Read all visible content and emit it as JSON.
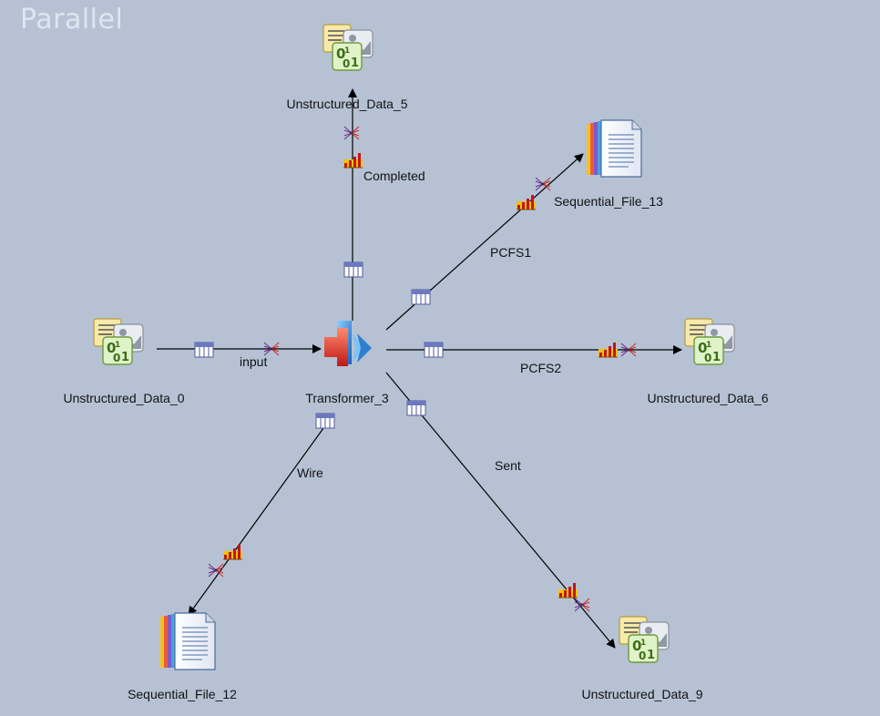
{
  "canvas": {
    "watermark": "Parallel"
  },
  "nodes": {
    "unstructured_data_0": "Unstructured_Data_0",
    "transformer_3": "Transformer_3",
    "unstructured_data_5": "Unstructured_Data_5",
    "sequential_file_13": "Sequential_File_13",
    "unstructured_data_6": "Unstructured_Data_6",
    "unstructured_data_9": "Unstructured_Data_9",
    "sequential_file_12": "Sequential_File_12"
  },
  "links": {
    "input": "input",
    "completed": "Completed",
    "pcfs1": "PCFS1",
    "pcfs2": "PCFS2",
    "sent": "Sent",
    "wire": "Wire"
  }
}
